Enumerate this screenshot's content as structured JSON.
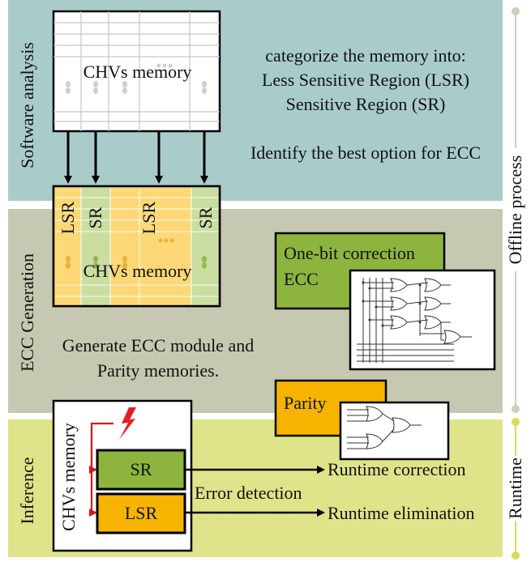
{
  "sections": {
    "software_analysis": "Software analysis",
    "ecc_generation": "ECC Generation",
    "inference": "Inference"
  },
  "phases": {
    "offline": "Offline process",
    "runtime": "Runtime"
  },
  "memory_label": "CHVs memory",
  "analysis_text": {
    "line1": "categorize the memory into:",
    "line2": "Less Sensitive Region (LSR)",
    "line3": "Sensitive Region (SR)",
    "best_option": "Identify the best option for ECC"
  },
  "regions": {
    "lsr": "LSR",
    "sr": "SR"
  },
  "ecc": {
    "title_line1": "One-bit correction",
    "title_line2": "ECC",
    "generate_line1": "Generate ECC module and",
    "generate_line2": "Parity memories."
  },
  "parity": "Parity",
  "inference_panel": {
    "memory_label": "CHVs memory",
    "sr": "SR",
    "lsr": "LSR",
    "error_detection": "Error detection",
    "runtime_correction": "Runtime correction",
    "runtime_elimination": "Runtime elimination"
  },
  "colors": {
    "band_software": "#a9cccb",
    "band_ecc": "#c7c8b1",
    "band_inference": "#dfe48a",
    "sr_green": "#8db43f",
    "sr_light": "#c9dea0",
    "lsr_orange": "#f6b400",
    "lsr_light": "#fdd877",
    "lightning": "#e02020",
    "timeline": "#c9d1b8"
  }
}
